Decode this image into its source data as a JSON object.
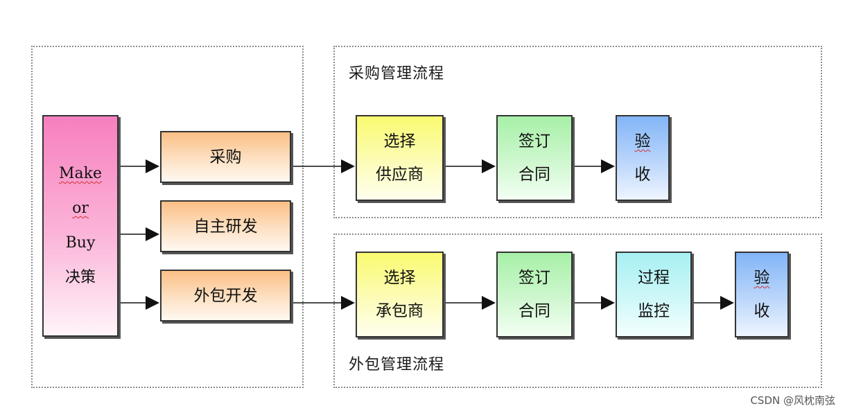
{
  "decision": {
    "lines": [
      "Make",
      "or",
      "Buy",
      "决策"
    ]
  },
  "options": {
    "purchase": "采购",
    "self_develop": "自主研发",
    "outsource": "外包开发"
  },
  "purchase_process": {
    "title": "采购管理流程",
    "steps": [
      {
        "line1": "选择",
        "line2": "供应商"
      },
      {
        "line1": "签订",
        "line2": "合同"
      },
      {
        "line1": "验",
        "line2": "收"
      }
    ]
  },
  "outsource_process": {
    "title": "外包管理流程",
    "steps": [
      {
        "line1": "选择",
        "line2": "承包商"
      },
      {
        "line1": "签订",
        "line2": "合同"
      },
      {
        "line1": "过程",
        "line2": "监控"
      },
      {
        "line1": "验",
        "line2": "收"
      }
    ]
  },
  "watermark": "CSDN @风枕南弦"
}
